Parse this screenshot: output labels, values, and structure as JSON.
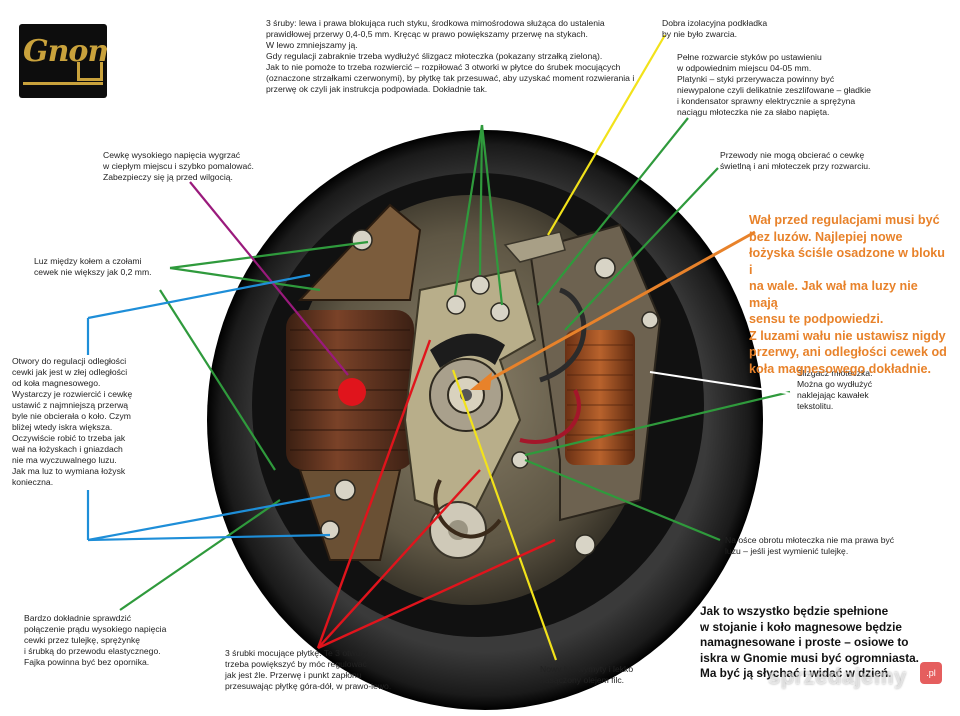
{
  "logo": {
    "text": "Gnom"
  },
  "notes": {
    "screws": "3 śruby: lewa i prawa blokująca ruch styku, środkowa mimośrodowa służąca do ustalenia prawidłowej przerwy 0,4-0,5 mm. Kręcąc w prawo powiększamy przerwę na stykach.\nW lewo zmniejszamy ją.\nGdy regulacji zabraknie trzeba wydłużyć ślizgacz młoteczka (pokazany strzałką zieloną).\nJak to nie pomoże to trzeba rozwiercić – rozpiłować 3 otworki w płytce do śrubek mocujących (oznaczone strzałkami czerwonymi), by płytkę tak przesuwać, aby uzyskać moment rozwierania i przerwę ok czyli jak instrukcja podpowiada. Dokładnie tak.",
    "washer": "Dobra izolacyjna podkładka\nby nie było zwarcia.",
    "contacts": "Pełne rozwarcie styków po ustawieniu\nw odpowiednim miejscu 04-05 mm.\nPlatynki – styki przerywacza powinny być\nniewypalone czyli delikatnie zeszlifowane – gładkie\ni kondensator sprawny elektrycznie a sprężyna\nnaciągu młoteczka nie za słabo napięta.",
    "wires": "Przewody nie mogą obcierać o cewkę\nświetlną i ani młoteczek przy rozwarciu.",
    "coil": "Cewkę wysokiego napięcia wygrzać\nw ciepłym miejscu i szybko pomalować.\nZabezpieczy się ją przed wilgocią.",
    "gap": "Luz między kołem a czołami\ncewek nie większy jak 0,2 mm.",
    "holes": "Otwory do regulacji odległości\ncewki jak jest w złej odległości\nod koła magnesowego.\nWystarczy je rozwiercić i cewkę\nustawić z najmniejszą przerwą\nbyle nie obcierała o koło. Czym\nbliżej wtedy iskra większa.\nOczywiście robić to trzeba jak\nwał na łożyskach i gniazdach\nnie ma wyczuwalnego luzu.\nJak ma luz to wymiana łożysk\nkonieczna.",
    "slider": "Ślizgacz młoteczka.\nMożna go wydłużyć\nnaklejając kawałek\ntekstolitu.",
    "axle": "Na ośce obrotu młoteczka nie ma prawa być\nluzu – jeśli jest wymienić tulejkę.",
    "hv": "Bardzo dokładnie sprawdzić\npołączenie prądu wysokiego napięcia\ncewki przez tulejkę, sprężynkę\ni śrubką do przewodu elastycznego.\nFajka powinna być bez opornika.",
    "plate": "3 śrubki mocujące płytkę. Te 3 otwory\ntrzeba powiększyć by móc regulować\njak jest źle. Przerwę i punkt zapłonu\nprzesuwając płytkę góra-dół, w prawo-lewo.",
    "felt": "Nowy lub wymyty i lekko\nnasączony olejem filc.",
    "shaft": "Wał przed regulacjami musi być\nbez luzów. Najlepiej nowe\nłożyska ściśle osadzone w bloku i\nna wale. Jak wał ma luzy nie mają\nsensu te podpowiedzi.\nZ luzami wału nie ustawisz nigdy\nprzerwy, ani odległości cewek od\nkoła magnesowego dokładnie.",
    "summary": "Jak to wszystko będzie spełnione\nw stojanie i koło magnesowe będzie\nnamagnesowane i proste – osiowe to\niskra w Gnomie musi być ogromniasta.\nMa być ją słychać i widać w dzień."
  },
  "watermark": {
    "text": "sprzedajemy",
    "badge": ".pl"
  },
  "colors": {
    "green": "#2f9a3c",
    "red": "#e0141c",
    "blue": "#1e8ed8",
    "yellow": "#f2e21a",
    "purple": "#9a1a7c",
    "orange": "#e8822a",
    "white_line": "#ffffff"
  }
}
